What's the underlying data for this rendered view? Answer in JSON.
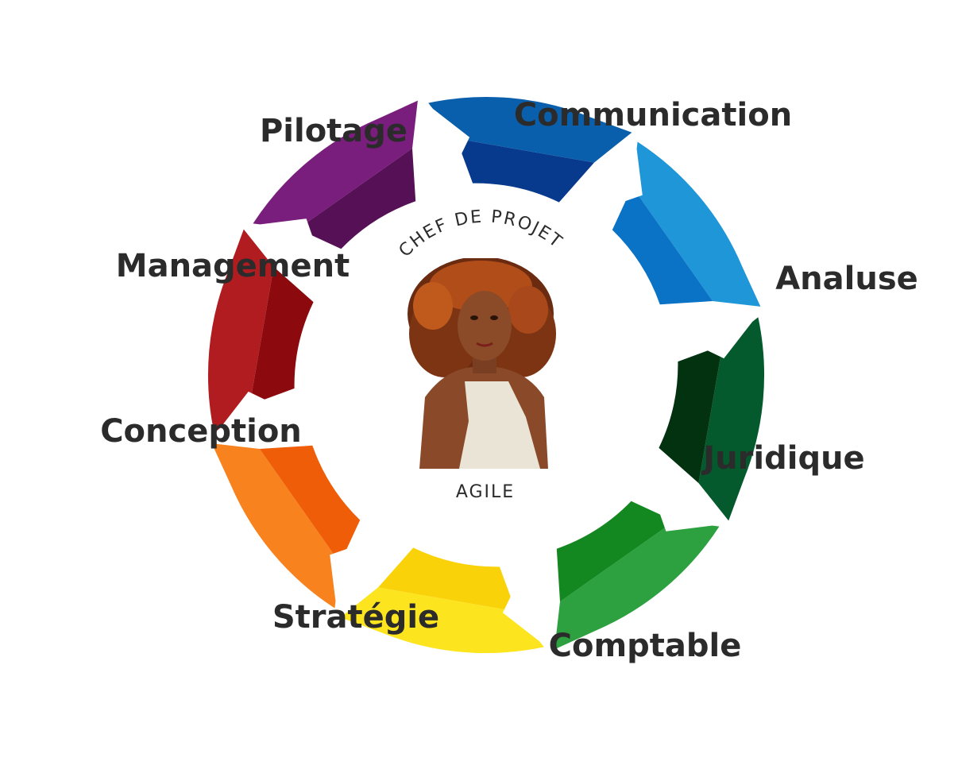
{
  "center": {
    "title": "CHEF DE PROJET",
    "subtitle": "AGILE",
    "portrait": "portrait-photo"
  },
  "segments": [
    {
      "id": "pilotage",
      "label": "Pilotage",
      "light": "#b01c20",
      "dark": "#8c0a0d"
    },
    {
      "id": "communication",
      "label": "Communication",
      "light": "#7a1e7e",
      "dark": "#561055"
    },
    {
      "id": "analuse",
      "label": "Analuse",
      "light": "#0a5fad",
      "dark": "#073a8c"
    },
    {
      "id": "juridique",
      "label": "Juridique",
      "light": "#1f96d8",
      "dark": "#0a73c6"
    },
    {
      "id": "comptable",
      "label": "Comptable",
      "light": "#045a2c",
      "dark": "#02320f"
    },
    {
      "id": "strategie",
      "label": "Stratégie",
      "light": "#2da13f",
      "dark": "#138720"
    },
    {
      "id": "conception",
      "label": "Conception",
      "light": "#fce51f",
      "dark": "#fad209"
    },
    {
      "id": "management",
      "label": "Management",
      "light": "#f7821e",
      "dark": "#ef5d08"
    }
  ]
}
